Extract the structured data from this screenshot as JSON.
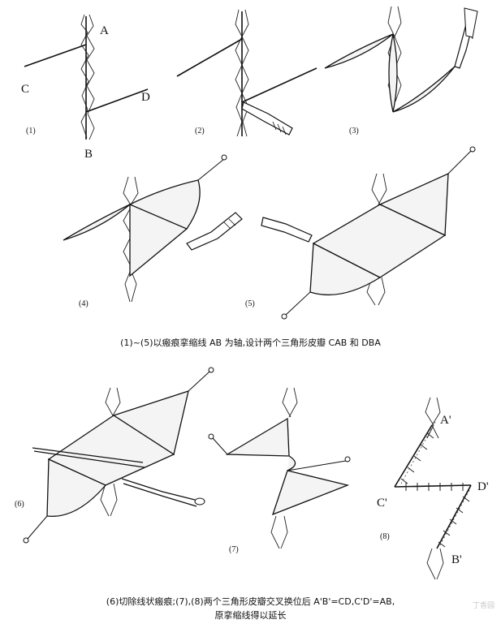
{
  "labels": {
    "A": "A",
    "B": "B",
    "C": "C",
    "D": "D",
    "A_prime": "A'",
    "B_prime": "B'",
    "C_prime": "C'",
    "D_prime": "D'"
  },
  "panels": [
    "(1)",
    "(2)",
    "(3)",
    "(4)",
    "(5)",
    "(6)",
    "(7)",
    "(8)"
  ],
  "captions": {
    "top": "(1)~(5)以瘢痕挛缩线 AB 为轴,设计两个三角形皮瓣 CAB 和 DBA",
    "bottom_line1": "(6)切除线状瘢痕;(7),(8)两个三角形皮瓣交叉换位后 A'B'=CD,C'D'=AB,",
    "bottom_line2": "原挛缩线得以延长"
  },
  "watermark": "丁香园"
}
